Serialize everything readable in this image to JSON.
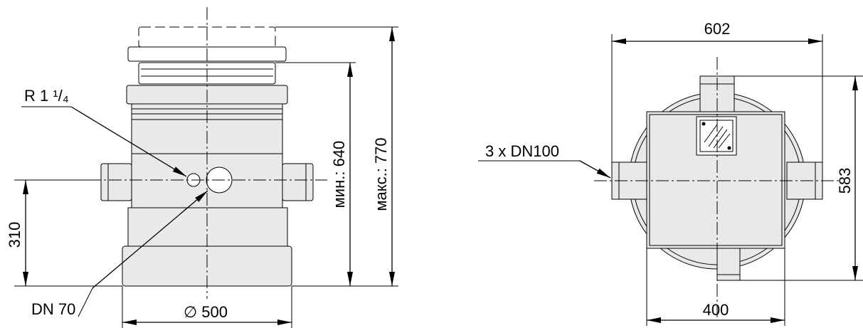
{
  "side_view": {
    "label_thread": "R 1 ¹/₄",
    "label_dn70": "DN 70",
    "label_diameter": "∅ 500",
    "label_310": "310",
    "label_min": "мин.: 640",
    "label_max": "макс.: 770"
  },
  "top_view": {
    "label_602": "602",
    "label_583": "583",
    "label_400": "400",
    "label_inlets": "3 x DN100"
  },
  "icons": [
    "arrowhead-icon",
    "grate-icon"
  ]
}
